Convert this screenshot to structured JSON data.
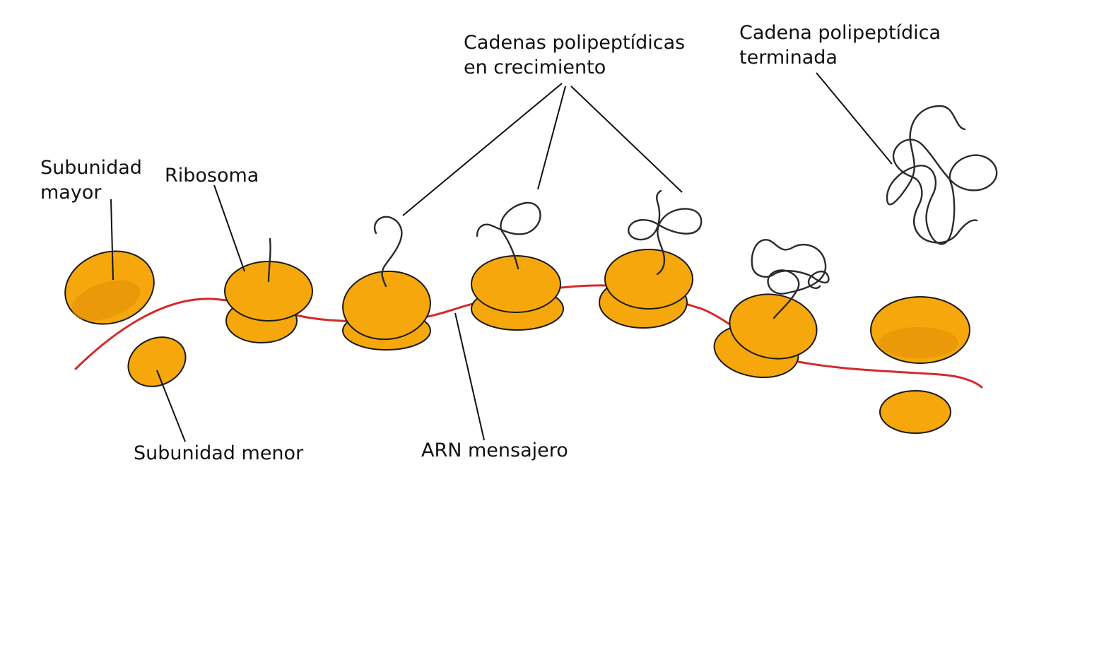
{
  "labels": {
    "subunidad_mayor": [
      "Subunidad",
      "mayor"
    ],
    "ribosoma": "Ribosoma",
    "subunidad_menor": "Subunidad menor",
    "arn_mensajero": "ARN mensajero",
    "cadenas_crecimiento": [
      "Cadenas polipeptídicas",
      "en crecimiento"
    ],
    "cadena_terminada": [
      "Cadena polipeptídica",
      "terminada"
    ]
  },
  "colors": {
    "subunit_fill": "#f5a70c",
    "mrna": "#d42a2a",
    "outline": "#1a1a1a"
  }
}
